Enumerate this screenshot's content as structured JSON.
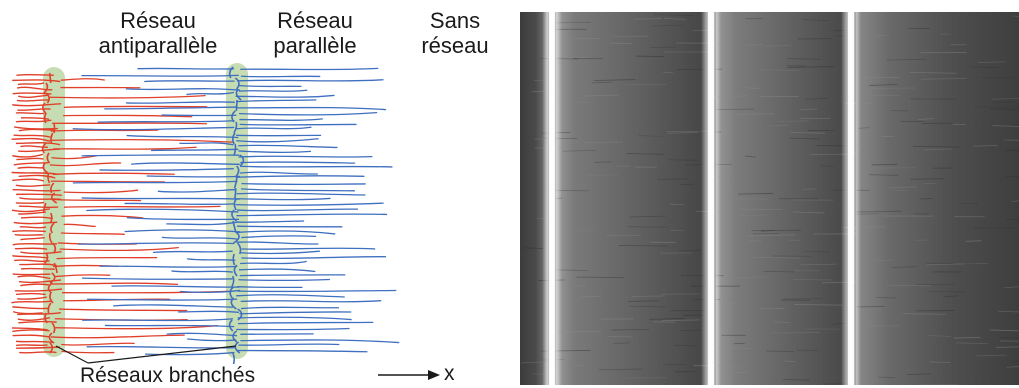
{
  "labels": {
    "antiparallel_line1": "Réseau",
    "antiparallel_line2": "antiparallèle",
    "parallel_line1": "Réseau",
    "parallel_line2": "parallèle",
    "none_line1": "Sans",
    "none_line2": "réseau",
    "bottom": "Réseaux branchés",
    "axis": "x"
  },
  "colors": {
    "red_filaments": "#e0402a",
    "blue_filaments": "#3f6fc0",
    "network_band": "#c6dcb2",
    "text": "#1a1a1a"
  }
}
